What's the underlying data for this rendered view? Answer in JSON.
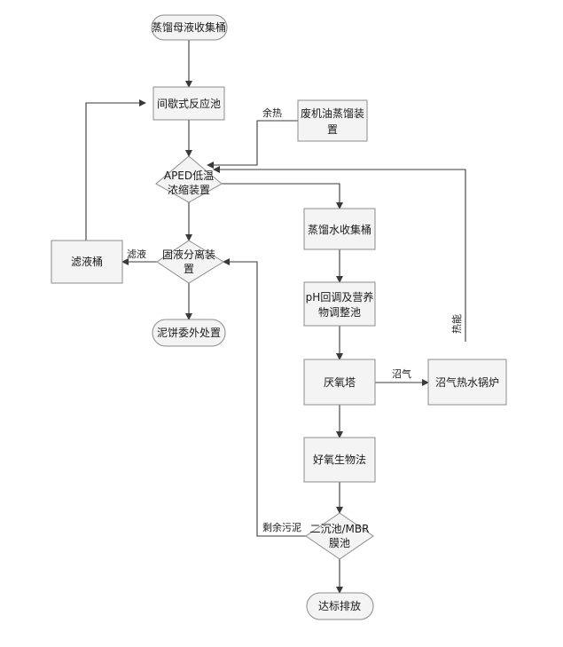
{
  "nodes": {
    "n_bucket_mother": "蒸馏母液收集桶",
    "n_batch_reactor": "间歇式反应池",
    "n_waste_oil_still_1": "废机油蒸馏装",
    "n_waste_oil_still_2": "置",
    "n_aped_1": "APED低温",
    "n_aped_2": "浓缩装置",
    "n_separator_1": "固液分离装",
    "n_separator_2": "置",
    "n_filtrate_bucket": "滤液桶",
    "n_cake": "泥饼委外处置",
    "n_distill_water": "蒸馏水收集桶",
    "n_ph_1": "pH回调及营养",
    "n_ph_2": "物调整池",
    "n_anaerobic": "厌氧塔",
    "n_biogas_boiler": "沼气热水锅炉",
    "n_aerobic": "好氧生物法",
    "n_mbr_1": "二沉池/MBR",
    "n_mbr_2": "膜池",
    "n_discharge": "达标排放"
  },
  "edge_labels": {
    "waste_heat": "余热",
    "filtrate": "滤液",
    "biogas": "沼气",
    "heat_energy": "热能",
    "excess_sludge": "剩余污泥"
  },
  "colors": {
    "node_fill": "#f4f4f4",
    "node_stroke": "#8c8c8c",
    "edge": "#3a3a3a"
  }
}
